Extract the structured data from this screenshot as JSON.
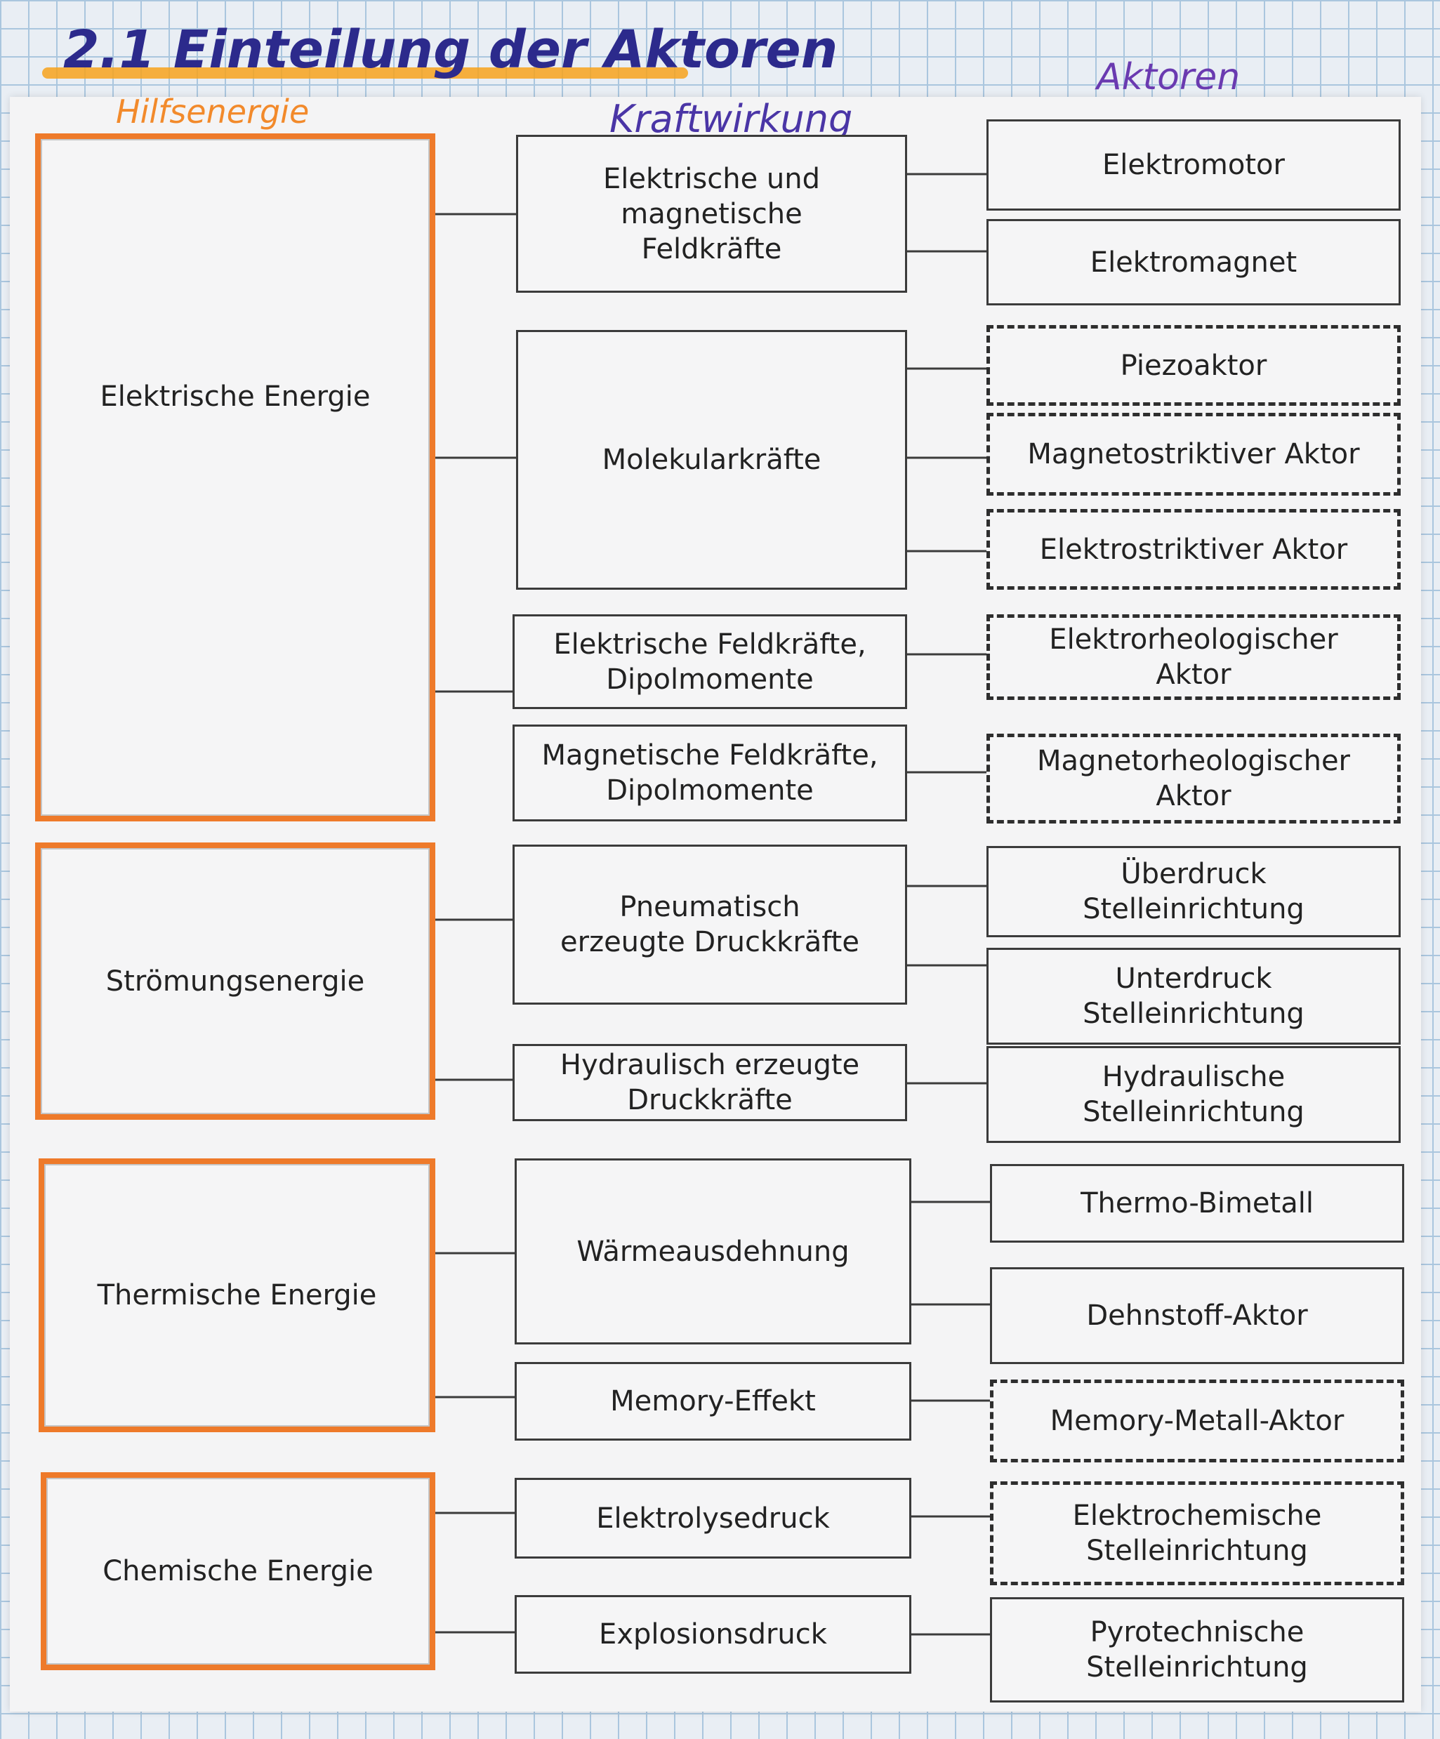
{
  "title": "2.1 Einteilung der Aktoren",
  "column_headers": {
    "energie": "Hilfsenergie",
    "kraftwirkung": "Kraftwirkung",
    "aktoren": "Aktoren"
  },
  "energies": [
    {
      "label": "Elektrische Energie"
    },
    {
      "label": "Strömungsenergie"
    },
    {
      "label": "Thermische Energie"
    },
    {
      "label": "Chemische Energie"
    }
  ],
  "forces": [
    {
      "label": "Elektrische und magnetische Feldkräfte"
    },
    {
      "label": "Molekularkräfte"
    },
    {
      "label": "Elektrische  Feldkräfte, Dipolmomente"
    },
    {
      "label": "Magnetische  Feldkräfte, Dipolmomente"
    },
    {
      "label": "Pneumatisch erzeugte Druckkräfte"
    },
    {
      "label": "Hydraulisch erzeugte Druckkräfte"
    },
    {
      "label": "Wärmeausdehnung"
    },
    {
      "label": "Memory-Effekt"
    },
    {
      "label": "Elektrolysedruck"
    },
    {
      "label": "Explosionsdruck"
    }
  ],
  "actuators": [
    {
      "label": "Elektromotor",
      "dashed": false
    },
    {
      "label": "Elektromagnet",
      "dashed": false
    },
    {
      "label": "Piezoaktor",
      "dashed": true
    },
    {
      "label": "Magnetostriktiver Aktor",
      "dashed": true
    },
    {
      "label": "Elektrostriktiver Aktor",
      "dashed": true
    },
    {
      "label": "Elektrorheologischer Aktor",
      "dashed": true
    },
    {
      "label": "Magnetorheologischer Aktor",
      "dashed": true
    },
    {
      "label": "Überdruck Stelleinrichtung",
      "dashed": false
    },
    {
      "label": "Unterdruck Stelleinrichtung",
      "dashed": false
    },
    {
      "label": "Hydraulische Stelleinrichtung",
      "dashed": false
    },
    {
      "label": "Thermo-Bimetall",
      "dashed": false
    },
    {
      "label": "Dehnstoff-Aktor",
      "dashed": false
    },
    {
      "label": "Memory-Metall-Aktor",
      "dashed": true
    },
    {
      "label": "Elektrochemische Stelleinrichtung",
      "dashed": true
    },
    {
      "label": "Pyrotechnische Stelleinrichtung",
      "dashed": false
    }
  ],
  "colors": {
    "energy_border": "#ee7a2a",
    "title": "#2c2a8c",
    "header_energie": "#f28a2b",
    "header_kraft": "#4a35a6",
    "header_aktoren": "#6a3ab0"
  }
}
